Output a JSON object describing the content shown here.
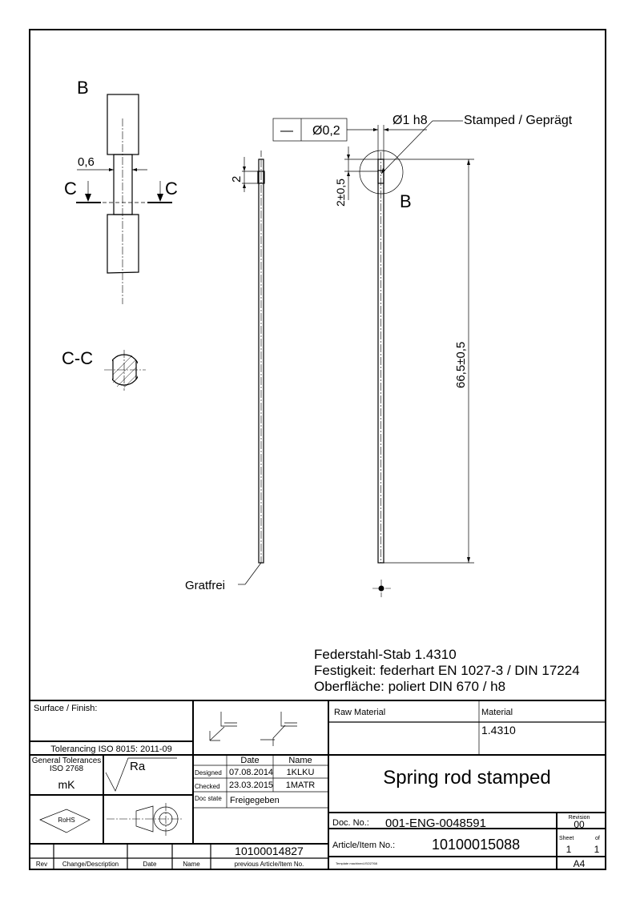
{
  "drawing": {
    "detail_label": "B",
    "detail_dim": "0,6",
    "section_mark_left": "C",
    "section_mark_right": "C",
    "section_label": "C-C",
    "dim_2": "2",
    "tolerance_symbol": "—",
    "tolerance_value": "Ø0,2",
    "diameter": "Ø1 h8",
    "stamped_note": "Stamped / Geprägt",
    "dim_2_tol": "2±0,5",
    "detail_ref": "B",
    "length_dim": "66,5±0,5",
    "burr_note": "Gratfrei"
  },
  "notes": [
    "Federstahl-Stab 1.4310",
    "Festigkeit: federhart EN 1027-3 / DIN 17224",
    "Oberfläche: poliert DIN 670 / h8"
  ],
  "title_block": {
    "surface_finish": "Surface / Finish:",
    "tolerancing": "Tolerancing ISO 8015: 2011-09",
    "general_tolerances": "General Tolerances",
    "iso_2768": "ISO 2768",
    "tolerance_class": "mK",
    "roughness": "Ra",
    "rohs": "RoHS",
    "date_header": "Date",
    "name_header": "Name",
    "designed_label": "Designed",
    "designed_date": "07.08.2014",
    "designed_name": "1KLKU",
    "checked_label": "Checked",
    "checked_date": "23.03.2015",
    "checked_name": "1MATR",
    "doc_state_label": "Doc state",
    "doc_state": "Freigegeben",
    "previous_item": "10100014827",
    "rev_header": "Rev",
    "change_header": "Change/Description",
    "rev_date_header": "Date",
    "rev_name_header": "Name",
    "previous_item_header": "previous Article/Item No.",
    "raw_material_label": "Raw Material",
    "material_label": "Material",
    "material": "1.4310",
    "title": "Spring rod stamped",
    "doc_no_label": "Doc. No.:",
    "doc_no": "001-ENG-0048591",
    "revision_label": "Revision",
    "revision": "00",
    "article_label": "Article/Item No.:",
    "article_no": "10100015088",
    "sheet_label": "Sheet",
    "of_label": "of",
    "sheet": "1",
    "sheet_total": "1",
    "template": "Template machined-ISO2768",
    "format": "A4"
  }
}
